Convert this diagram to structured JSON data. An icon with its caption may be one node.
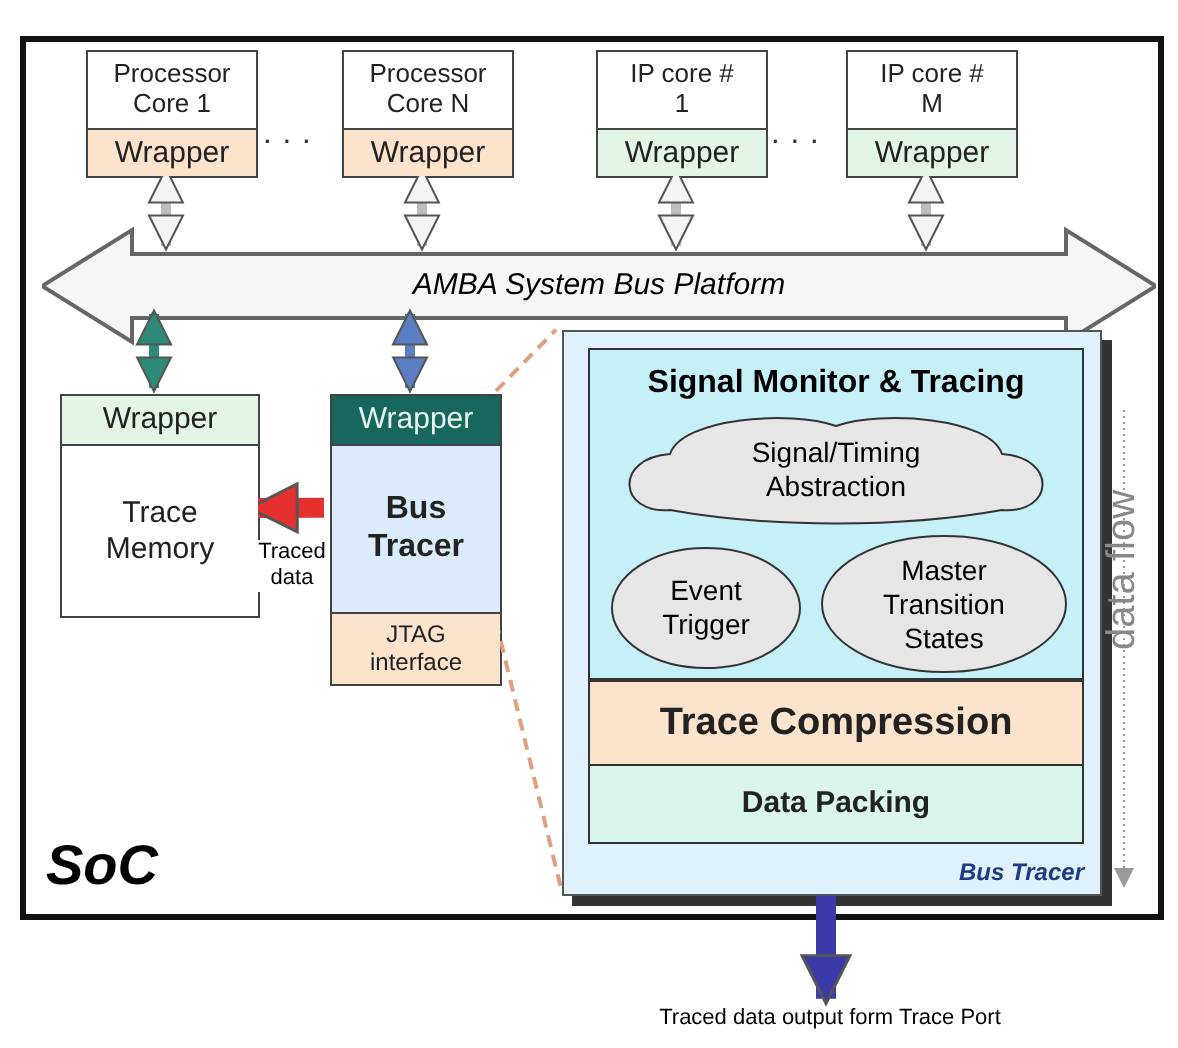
{
  "diagram": {
    "nodes": [
      {
        "text": [
          "SoC"
        ]
      },
      {
        "text": [
          "Processor Core 1",
          "Wrapper"
        ],
        "in": 0
      },
      {
        "text": [
          "Processor Core N",
          "Wrapper"
        ],
        "in": 0
      },
      {
        "text": [
          "IP core # 1",
          "Wrapper"
        ],
        "in": 0
      },
      {
        "text": [
          "IP core # M",
          "Wrapper"
        ],
        "in": 0
      },
      {
        "text": [
          "AMBA System Bus Platform"
        ],
        "in": 0
      },
      {
        "text": [
          "Wrapper",
          "Trace Memory"
        ],
        "in": 0
      },
      {
        "text": [
          "Wrapper",
          "Bus Tracer",
          "JTAG interface"
        ],
        "in": 0
      },
      {
        "text": [
          "Bus Tracer"
        ],
        "in": 0
      },
      {
        "text": [
          "Signal Monitor & Tracing"
        ],
        "in": 8
      },
      {
        "text": [
          "Signal/Timing Abstraction"
        ],
        "in": 9
      },
      {
        "text": [
          "Event Trigger"
        ],
        "in": 9
      },
      {
        "text": [
          "Master Transition States"
        ],
        "in": 9
      },
      {
        "text": [
          "Trace Compression"
        ],
        "in": 8
      },
      {
        "text": [
          "Data Packing"
        ],
        "in": 8
      },
      {
        "text": [
          "Traced data output form Trace Port"
        ]
      }
    ],
    "edges": [
      {
        "from": 1,
        "to": 5,
        "arrow": "both"
      },
      {
        "from": 2,
        "to": 5,
        "arrow": "both"
      },
      {
        "from": 3,
        "to": 5,
        "arrow": "both"
      },
      {
        "from": 4,
        "to": 5,
        "arrow": "both"
      },
      {
        "from": 6,
        "to": 5,
        "arrow": "both",
        "color": "#2e8b7a"
      },
      {
        "from": 7,
        "to": 5,
        "arrow": "both",
        "color": "#5b7fc4"
      },
      {
        "from": 7,
        "to": 6,
        "arrow": "to",
        "label": "Traced data",
        "style": "thick",
        "color": "#e53030"
      },
      {
        "from": 7,
        "to": 8,
        "arrow": "none",
        "style": "dashed",
        "color": "#e0a080"
      },
      {
        "from": 7,
        "to": 8,
        "arrow": "none",
        "style": "dashed",
        "color": "#e0a080"
      },
      {
        "from": 8,
        "to": 15,
        "arrow": "to",
        "style": "thick",
        "color": "#3a3aa8"
      }
    ],
    "labels": [
      "· · ·",
      "· · ·",
      "data flow"
    ]
  }
}
